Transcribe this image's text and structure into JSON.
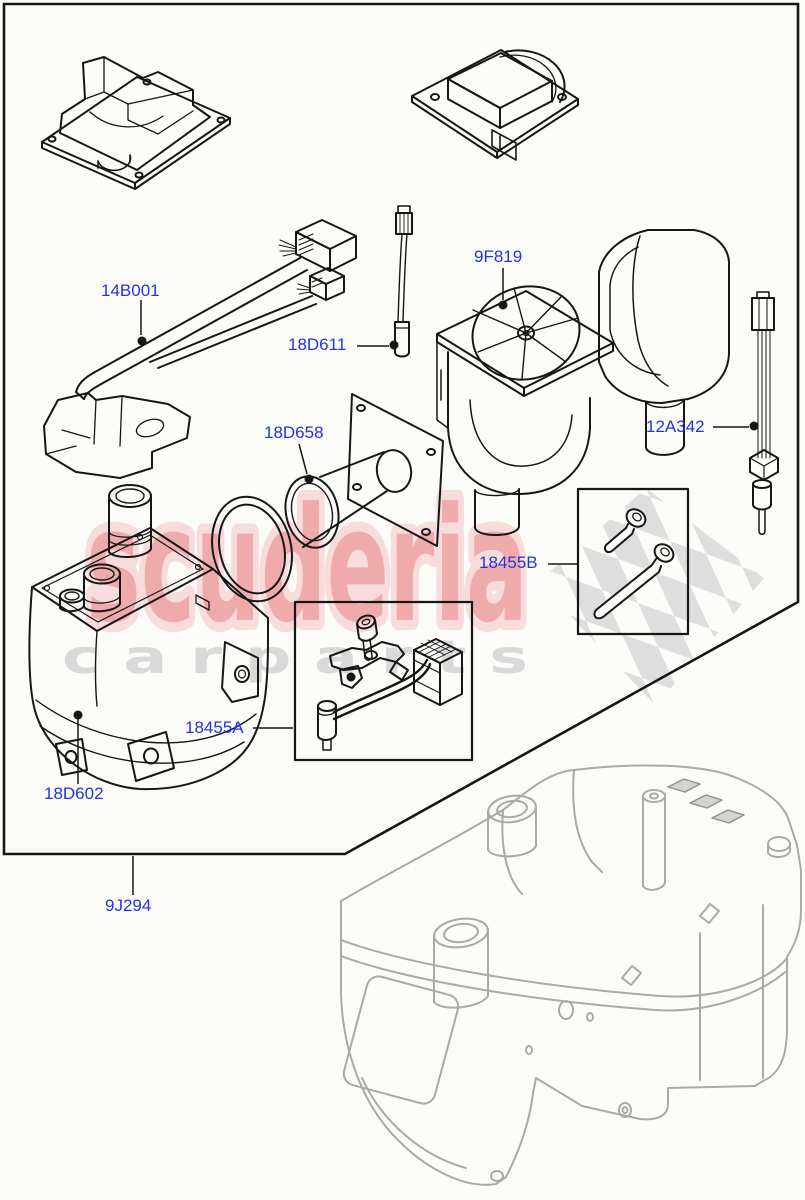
{
  "page": {
    "background": "#fbfbf7",
    "line_color": "#161616",
    "reference_line_color": "#a9a9a9",
    "label_color": "#2433dd"
  },
  "watermark": {
    "brand": "scuderia",
    "tagline": "c a r   p a r t s",
    "brand_fill": "#efabab",
    "brand_halo": "#f8dcdc",
    "tagline_fill": "#d9d9d9",
    "checker_color": "#dedede"
  },
  "parts": [
    {
      "number": "14B001"
    },
    {
      "number": "18D611"
    },
    {
      "number": "9F819"
    },
    {
      "number": "12A342"
    },
    {
      "number": "18D658"
    },
    {
      "number": "18455B"
    },
    {
      "number": "18455A"
    },
    {
      "number": "18D602"
    },
    {
      "number": "9J294"
    }
  ]
}
